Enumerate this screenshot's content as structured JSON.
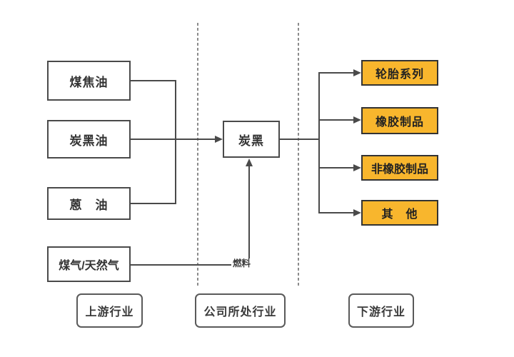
{
  "diagram": {
    "upstream": {
      "items": [
        {
          "label": "煤焦油"
        },
        {
          "label": "炭黑油"
        },
        {
          "label": "蒽　油"
        },
        {
          "label": "煤气/天然气"
        }
      ]
    },
    "company": {
      "label": "炭黑"
    },
    "downstream": {
      "items": [
        {
          "label": "轮胎系列"
        },
        {
          "label": "橡胶制品"
        },
        {
          "label": "非橡胶制品"
        },
        {
          "label": "其　他"
        }
      ]
    },
    "fuel_label": "燃料",
    "lanes": [
      {
        "label": "上游行业"
      },
      {
        "label": "公司所处行业"
      },
      {
        "label": "下游行业"
      }
    ],
    "colors": {
      "downstream_fill": "#F8B62D",
      "line_color": "#4A4A4A",
      "text_color": "#333333"
    }
  }
}
